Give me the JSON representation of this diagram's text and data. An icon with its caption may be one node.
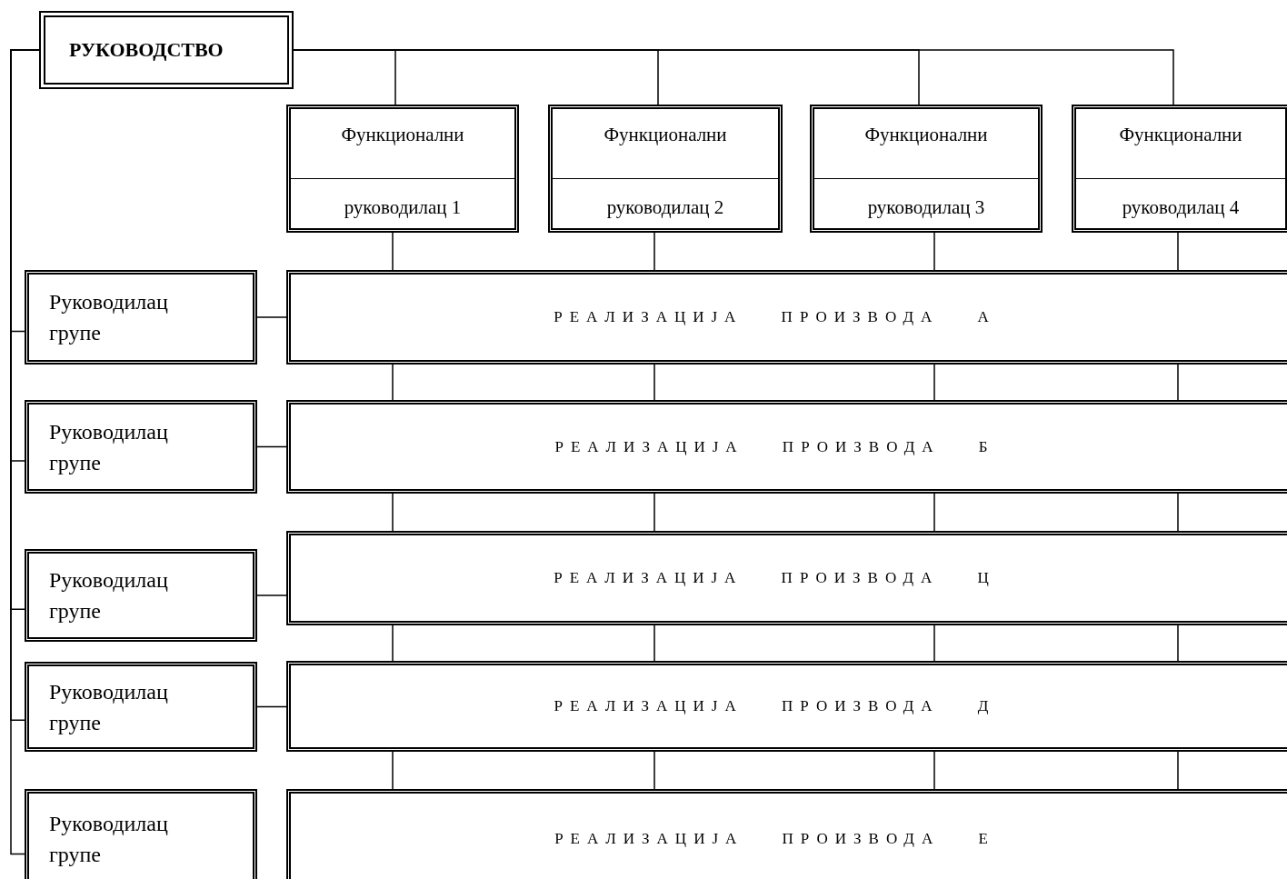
{
  "diagram": {
    "nodes": [
      {
        "text": [
          "РУКОВОДСТВО"
        ]
      },
      {
        "text": [
          "Функционални",
          "руководилац 1"
        ]
      },
      {
        "text": [
          "Функционални",
          "руководилац 2"
        ]
      },
      {
        "text": [
          "Функционални",
          "руководилац 3"
        ]
      },
      {
        "text": [
          "Функционални",
          "руководилац 4"
        ]
      },
      {
        "text": [
          "Руководилац групе"
        ]
      },
      {
        "text": [
          "РЕАЛИЗАЦИЈА ПРОИЗВОДА А"
        ]
      },
      {
        "text": [
          "Руководилац групе"
        ]
      },
      {
        "text": [
          "РЕАЛИЗАЦИЈА ПРОИЗВОДА Б"
        ]
      },
      {
        "text": [
          "Руководилац групе"
        ]
      },
      {
        "text": [
          "РЕАЛИЗАЦИЈА ПРОИЗВОДА Ц"
        ]
      },
      {
        "text": [
          "Руководилац групе"
        ]
      },
      {
        "text": [
          "РЕАЛИЗАЦИЈА ПРОИЗВОДА Д"
        ]
      },
      {
        "text": [
          "Руководилац групе"
        ]
      },
      {
        "text": [
          "РЕАЛИЗАЦИЈА ПРОИЗВОДА Е"
        ]
      }
    ],
    "edges": [
      {
        "from": 0,
        "to": 1,
        "arrow": "none"
      },
      {
        "from": 0,
        "to": 2,
        "arrow": "none"
      },
      {
        "from": 0,
        "to": 3,
        "arrow": "none"
      },
      {
        "from": 0,
        "to": 4,
        "arrow": "none"
      },
      {
        "from": 0,
        "to": 5,
        "arrow": "none"
      },
      {
        "from": 0,
        "to": 7,
        "arrow": "none"
      },
      {
        "from": 0,
        "to": 9,
        "arrow": "none"
      },
      {
        "from": 0,
        "to": 11,
        "arrow": "none"
      },
      {
        "from": 0,
        "to": 13,
        "arrow": "none"
      },
      {
        "from": 5,
        "to": 6,
        "arrow": "none"
      },
      {
        "from": 7,
        "to": 8,
        "arrow": "none"
      },
      {
        "from": 9,
        "to": 10,
        "arrow": "none"
      },
      {
        "from": 11,
        "to": 12,
        "arrow": "none"
      },
      {
        "from": 1,
        "to": 6,
        "arrow": "none"
      },
      {
        "from": 2,
        "to": 6,
        "arrow": "none"
      },
      {
        "from": 3,
        "to": 6,
        "arrow": "none"
      },
      {
        "from": 4,
        "to": 6,
        "arrow": "none"
      },
      {
        "from": 6,
        "to": 8,
        "arrow": "none"
      },
      {
        "from": 6,
        "to": 8,
        "arrow": "none"
      },
      {
        "from": 6,
        "to": 8,
        "arrow": "none"
      },
      {
        "from": 6,
        "to": 8,
        "arrow": "none"
      },
      {
        "from": 8,
        "to": 10,
        "arrow": "none"
      },
      {
        "from": 8,
        "to": 10,
        "arrow": "none"
      },
      {
        "from": 8,
        "to": 10,
        "arrow": "none"
      },
      {
        "from": 8,
        "to": 10,
        "arrow": "none"
      },
      {
        "from": 10,
        "to": 12,
        "arrow": "none"
      },
      {
        "from": 10,
        "to": 12,
        "arrow": "none"
      },
      {
        "from": 10,
        "to": 12,
        "arrow": "none"
      },
      {
        "from": 10,
        "to": 12,
        "arrow": "none"
      },
      {
        "from": 12,
        "to": 14,
        "arrow": "none"
      },
      {
        "from": 12,
        "to": 14,
        "arrow": "none"
      },
      {
        "from": 12,
        "to": 14,
        "arrow": "none"
      },
      {
        "from": 12,
        "to": 14,
        "arrow": "none"
      }
    ]
  }
}
